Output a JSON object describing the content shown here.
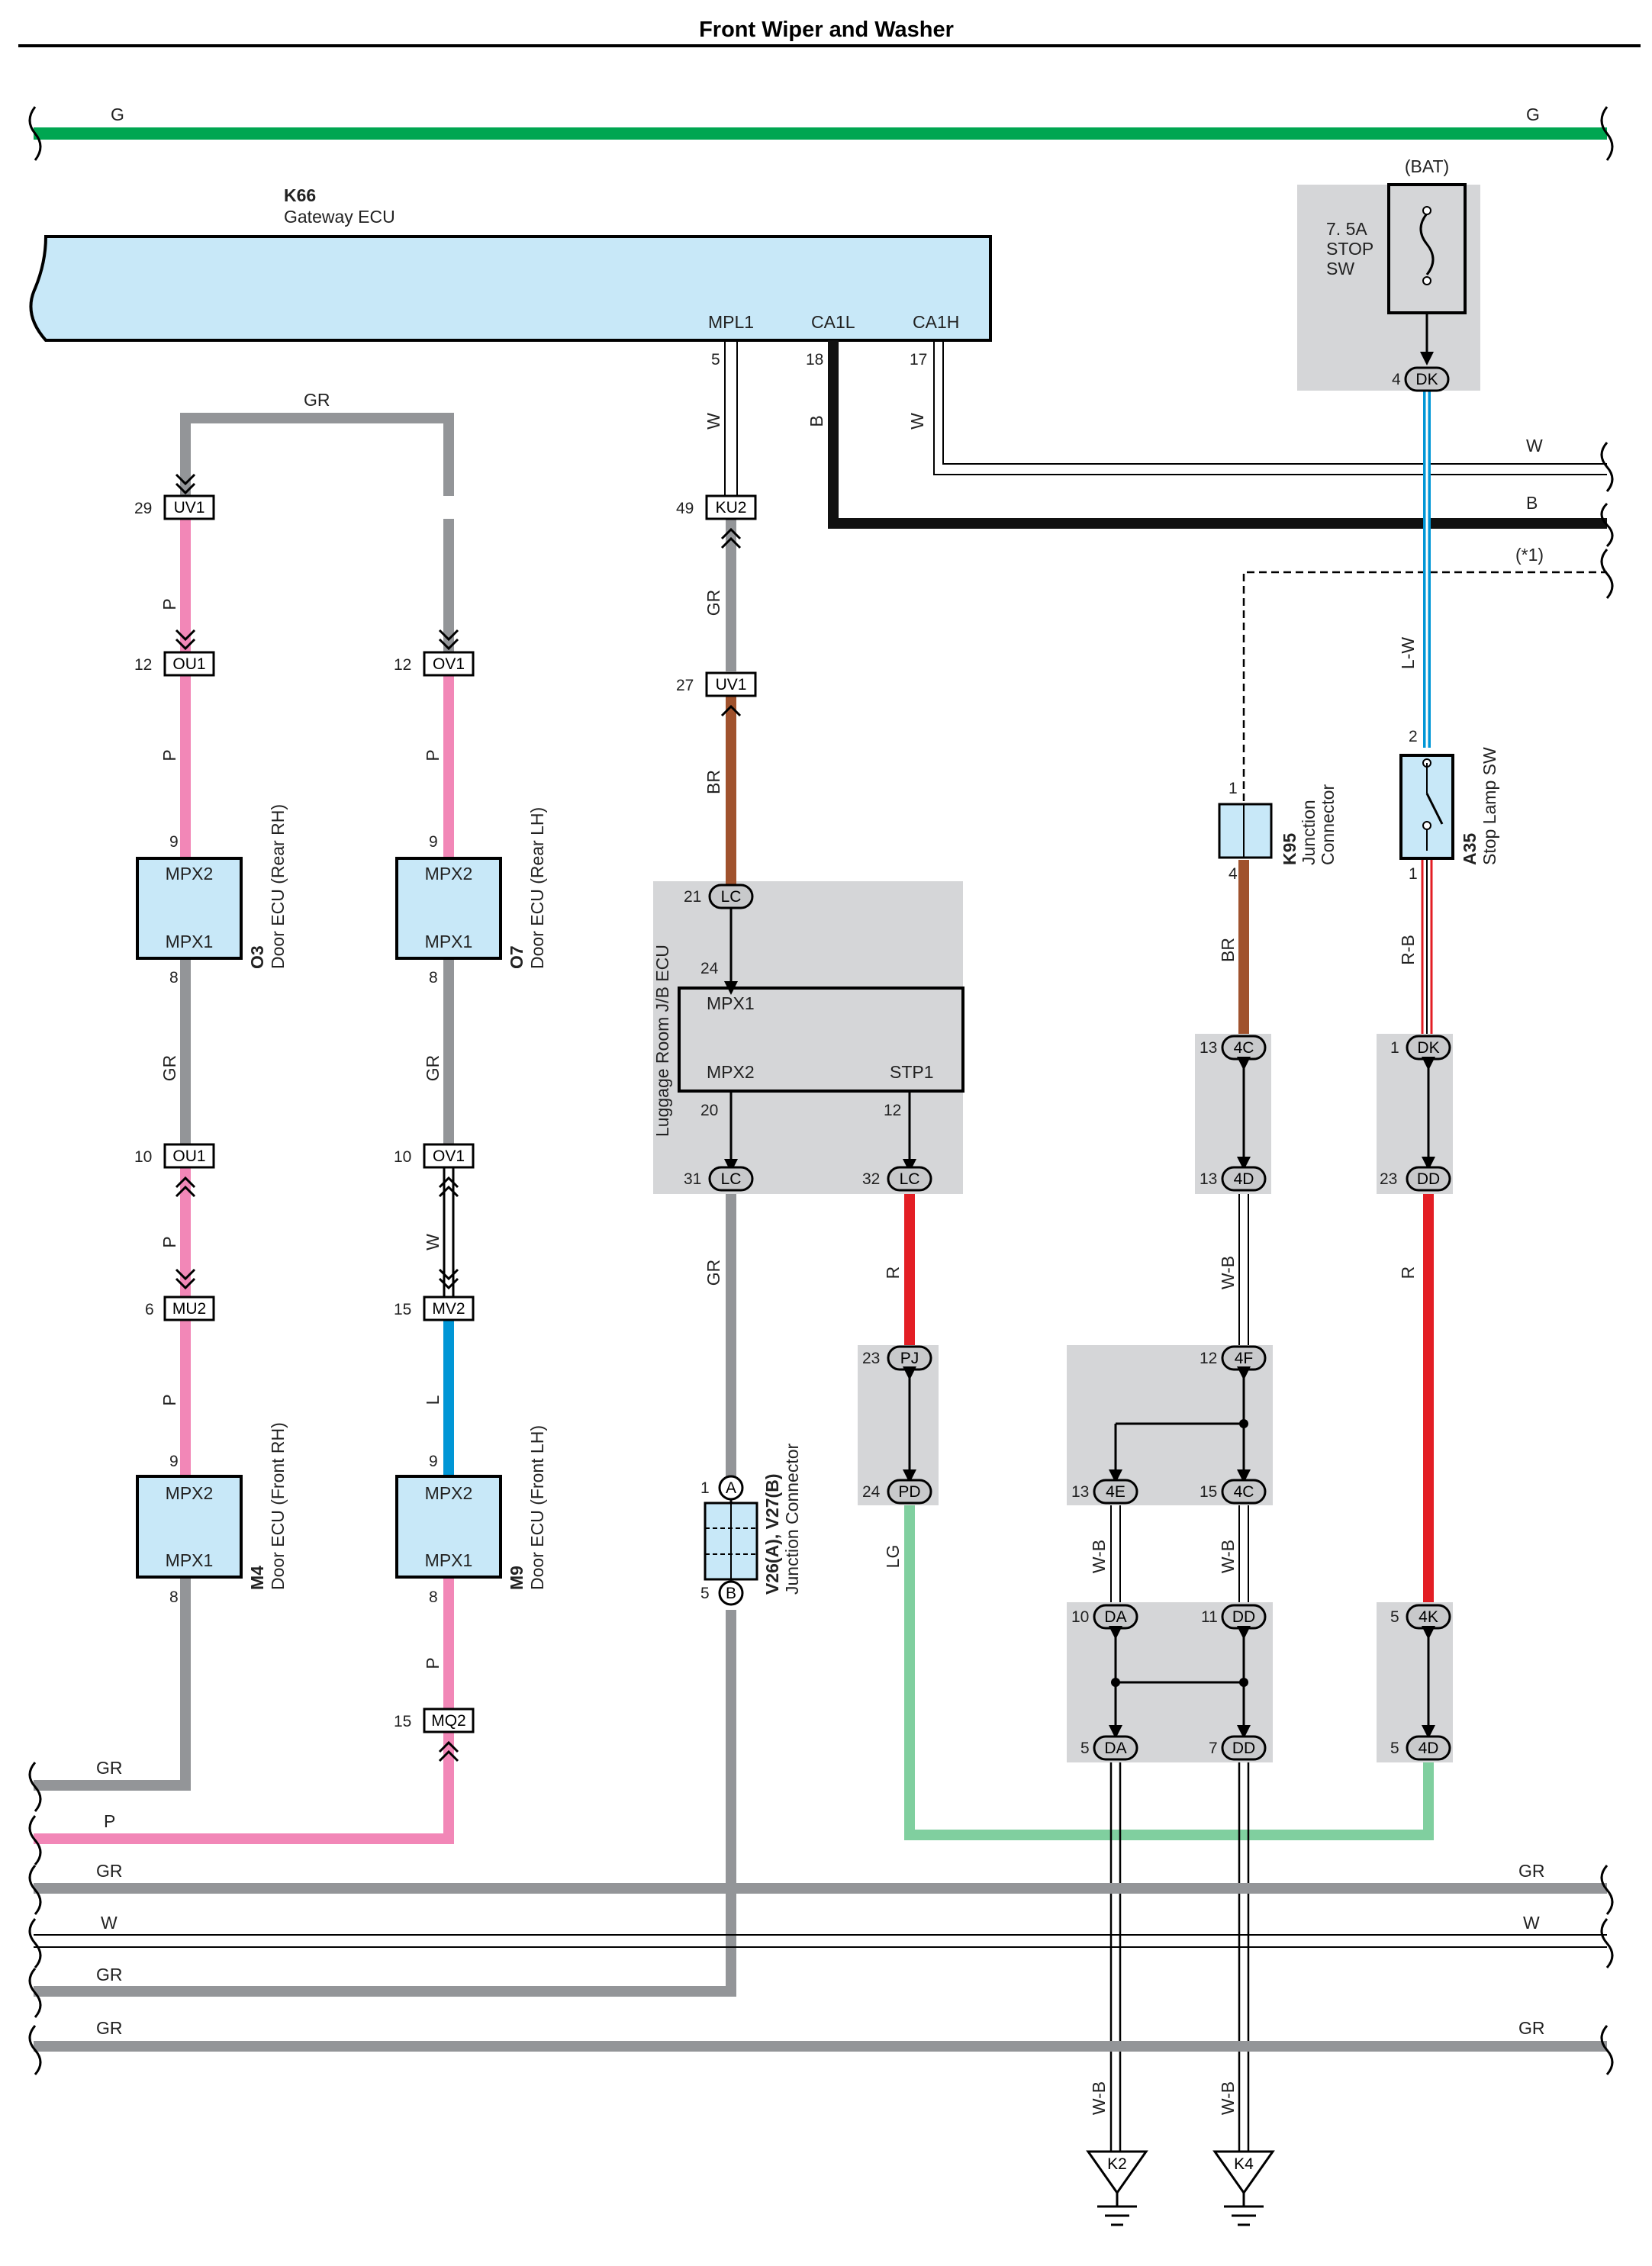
{
  "title": "Front Wiper and Washer",
  "colors": {
    "G": "#00a651",
    "GR": "#939598",
    "P": "#f287b7",
    "W": "#ffffff",
    "B": "#111111",
    "BR": "#a0522d",
    "R": "#e31e24",
    "L": "#0096d6",
    "LG": "#80cf9f",
    "ecu_fill": "#c8e8f8",
    "shade": "#d5d6d8"
  },
  "buses": {
    "g_left": "G",
    "g_right": "G",
    "w_right": "W",
    "b_right": "B",
    "star1": "(*1)",
    "bottom": [
      {
        "left": "GR",
        "right": "GR"
      },
      {
        "left": "W",
        "right": "W"
      },
      {
        "left": "GR",
        "right": ""
      },
      {
        "left": "GR",
        "right": "GR"
      }
    ],
    "left_gr": "GR",
    "left_p": "P"
  },
  "gateway": {
    "code": "K66",
    "name": "Gateway ECU",
    "terminals": [
      {
        "name": "MPL1",
        "pin": "5",
        "wire": "W"
      },
      {
        "name": "CA1L",
        "pin": "18",
        "wire": "B"
      },
      {
        "name": "CA1H",
        "pin": "17",
        "wire": "W"
      }
    ]
  },
  "fuse": {
    "source": "(BAT)",
    "rating": "7. 5A",
    "name1": "STOP",
    "name2": "SW",
    "pin": "4",
    "conn": "DK"
  },
  "door_ecus": [
    {
      "code": "O3",
      "name": "Door ECU (Rear RH)",
      "top": "MPX2",
      "bottom": "MPX1",
      "pin_top": "9",
      "pin_bottom": "8"
    },
    {
      "code": "O7",
      "name": "Door ECU (Rear LH)",
      "top": "MPX2",
      "bottom": "MPX1",
      "pin_top": "9",
      "pin_bottom": "8"
    },
    {
      "code": "M4",
      "name": "Door ECU (Front RH)",
      "top": "MPX2",
      "bottom": "MPX1",
      "pin_top": "9",
      "pin_bottom": "8"
    },
    {
      "code": "M9",
      "name": "Door ECU (Front LH)",
      "top": "MPX2",
      "bottom": "MPX1",
      "pin_top": "9",
      "pin_bottom": "8"
    }
  ],
  "inline_connectors": [
    {
      "pin": "29",
      "name": "UV1"
    },
    {
      "pin": "12",
      "name": "OU1"
    },
    {
      "pin": "12",
      "name": "OV1"
    },
    {
      "pin": "10",
      "name": "OU1"
    },
    {
      "pin": "10",
      "name": "OV1"
    },
    {
      "pin": "6",
      "name": "MU2"
    },
    {
      "pin": "15",
      "name": "MV2"
    },
    {
      "pin": "15",
      "name": "MQ2"
    },
    {
      "pin": "49",
      "name": "KU2"
    },
    {
      "pin": "27",
      "name": "UV1"
    }
  ],
  "wire_labels": {
    "gr_top": "GR",
    "p1": "P",
    "p2": "P",
    "p3": "P",
    "p4": "P",
    "gr1": "GR",
    "gr2": "GR",
    "p5": "P",
    "w1": "W",
    "p6": "P",
    "l1": "L",
    "p7": "P",
    "gr_mid": "GR",
    "br1": "BR",
    "gr_lower": "GR",
    "r1": "R",
    "lg1": "LG",
    "lw1": "L-W",
    "br2": "BR",
    "rb1": "R-B",
    "wb1": "W-B",
    "r2": "R",
    "wb2": "W-B",
    "wb3": "W-B",
    "wb4": "W-B",
    "wb5": "W-B"
  },
  "luggage_ecu": {
    "name": "Luggage Room J/B ECU",
    "mpx1": "MPX1",
    "mpx2": "MPX2",
    "stp1": "STP1",
    "pins": {
      "in": "24",
      "mpx2": "20",
      "stp1": "12"
    },
    "conns": [
      {
        "pin": "21",
        "name": "LC"
      },
      {
        "pin": "31",
        "name": "LC"
      },
      {
        "pin": "32",
        "name": "LC"
      }
    ]
  },
  "jcv": {
    "code": "V26(A), V27(B)",
    "name": "Junction Connector",
    "top": {
      "pin": "1",
      "name": "A"
    },
    "bottom": {
      "pin": "5",
      "name": "B"
    }
  },
  "jk95": {
    "code": "K95",
    "name1": "Junction",
    "name2": "Connector",
    "pin_top": "1",
    "pin_bottom": "4"
  },
  "stop_sw": {
    "code": "A35",
    "name": "Stop Lamp SW",
    "pin_top": "2",
    "pin_bottom": "1"
  },
  "jc_conns": [
    {
      "pin": "23",
      "name": "PJ"
    },
    {
      "pin": "24",
      "name": "PD"
    },
    {
      "pin": "13",
      "name": "4C"
    },
    {
      "pin": "13",
      "name": "4D"
    },
    {
      "pin": "1",
      "name": "DK"
    },
    {
      "pin": "23",
      "name": "DD"
    },
    {
      "pin": "12",
      "name": "4F"
    },
    {
      "pin": "13",
      "name": "4E"
    },
    {
      "pin": "15",
      "name": "4C"
    },
    {
      "pin": "10",
      "name": "DA"
    },
    {
      "pin": "11",
      "name": "DD"
    },
    {
      "pin": "5",
      "name": "DA"
    },
    {
      "pin": "7",
      "name": "DD"
    },
    {
      "pin": "5",
      "name": "4K"
    },
    {
      "pin": "5",
      "name": "4D"
    }
  ],
  "grounds": [
    {
      "name": "K2"
    },
    {
      "name": "K4"
    }
  ]
}
